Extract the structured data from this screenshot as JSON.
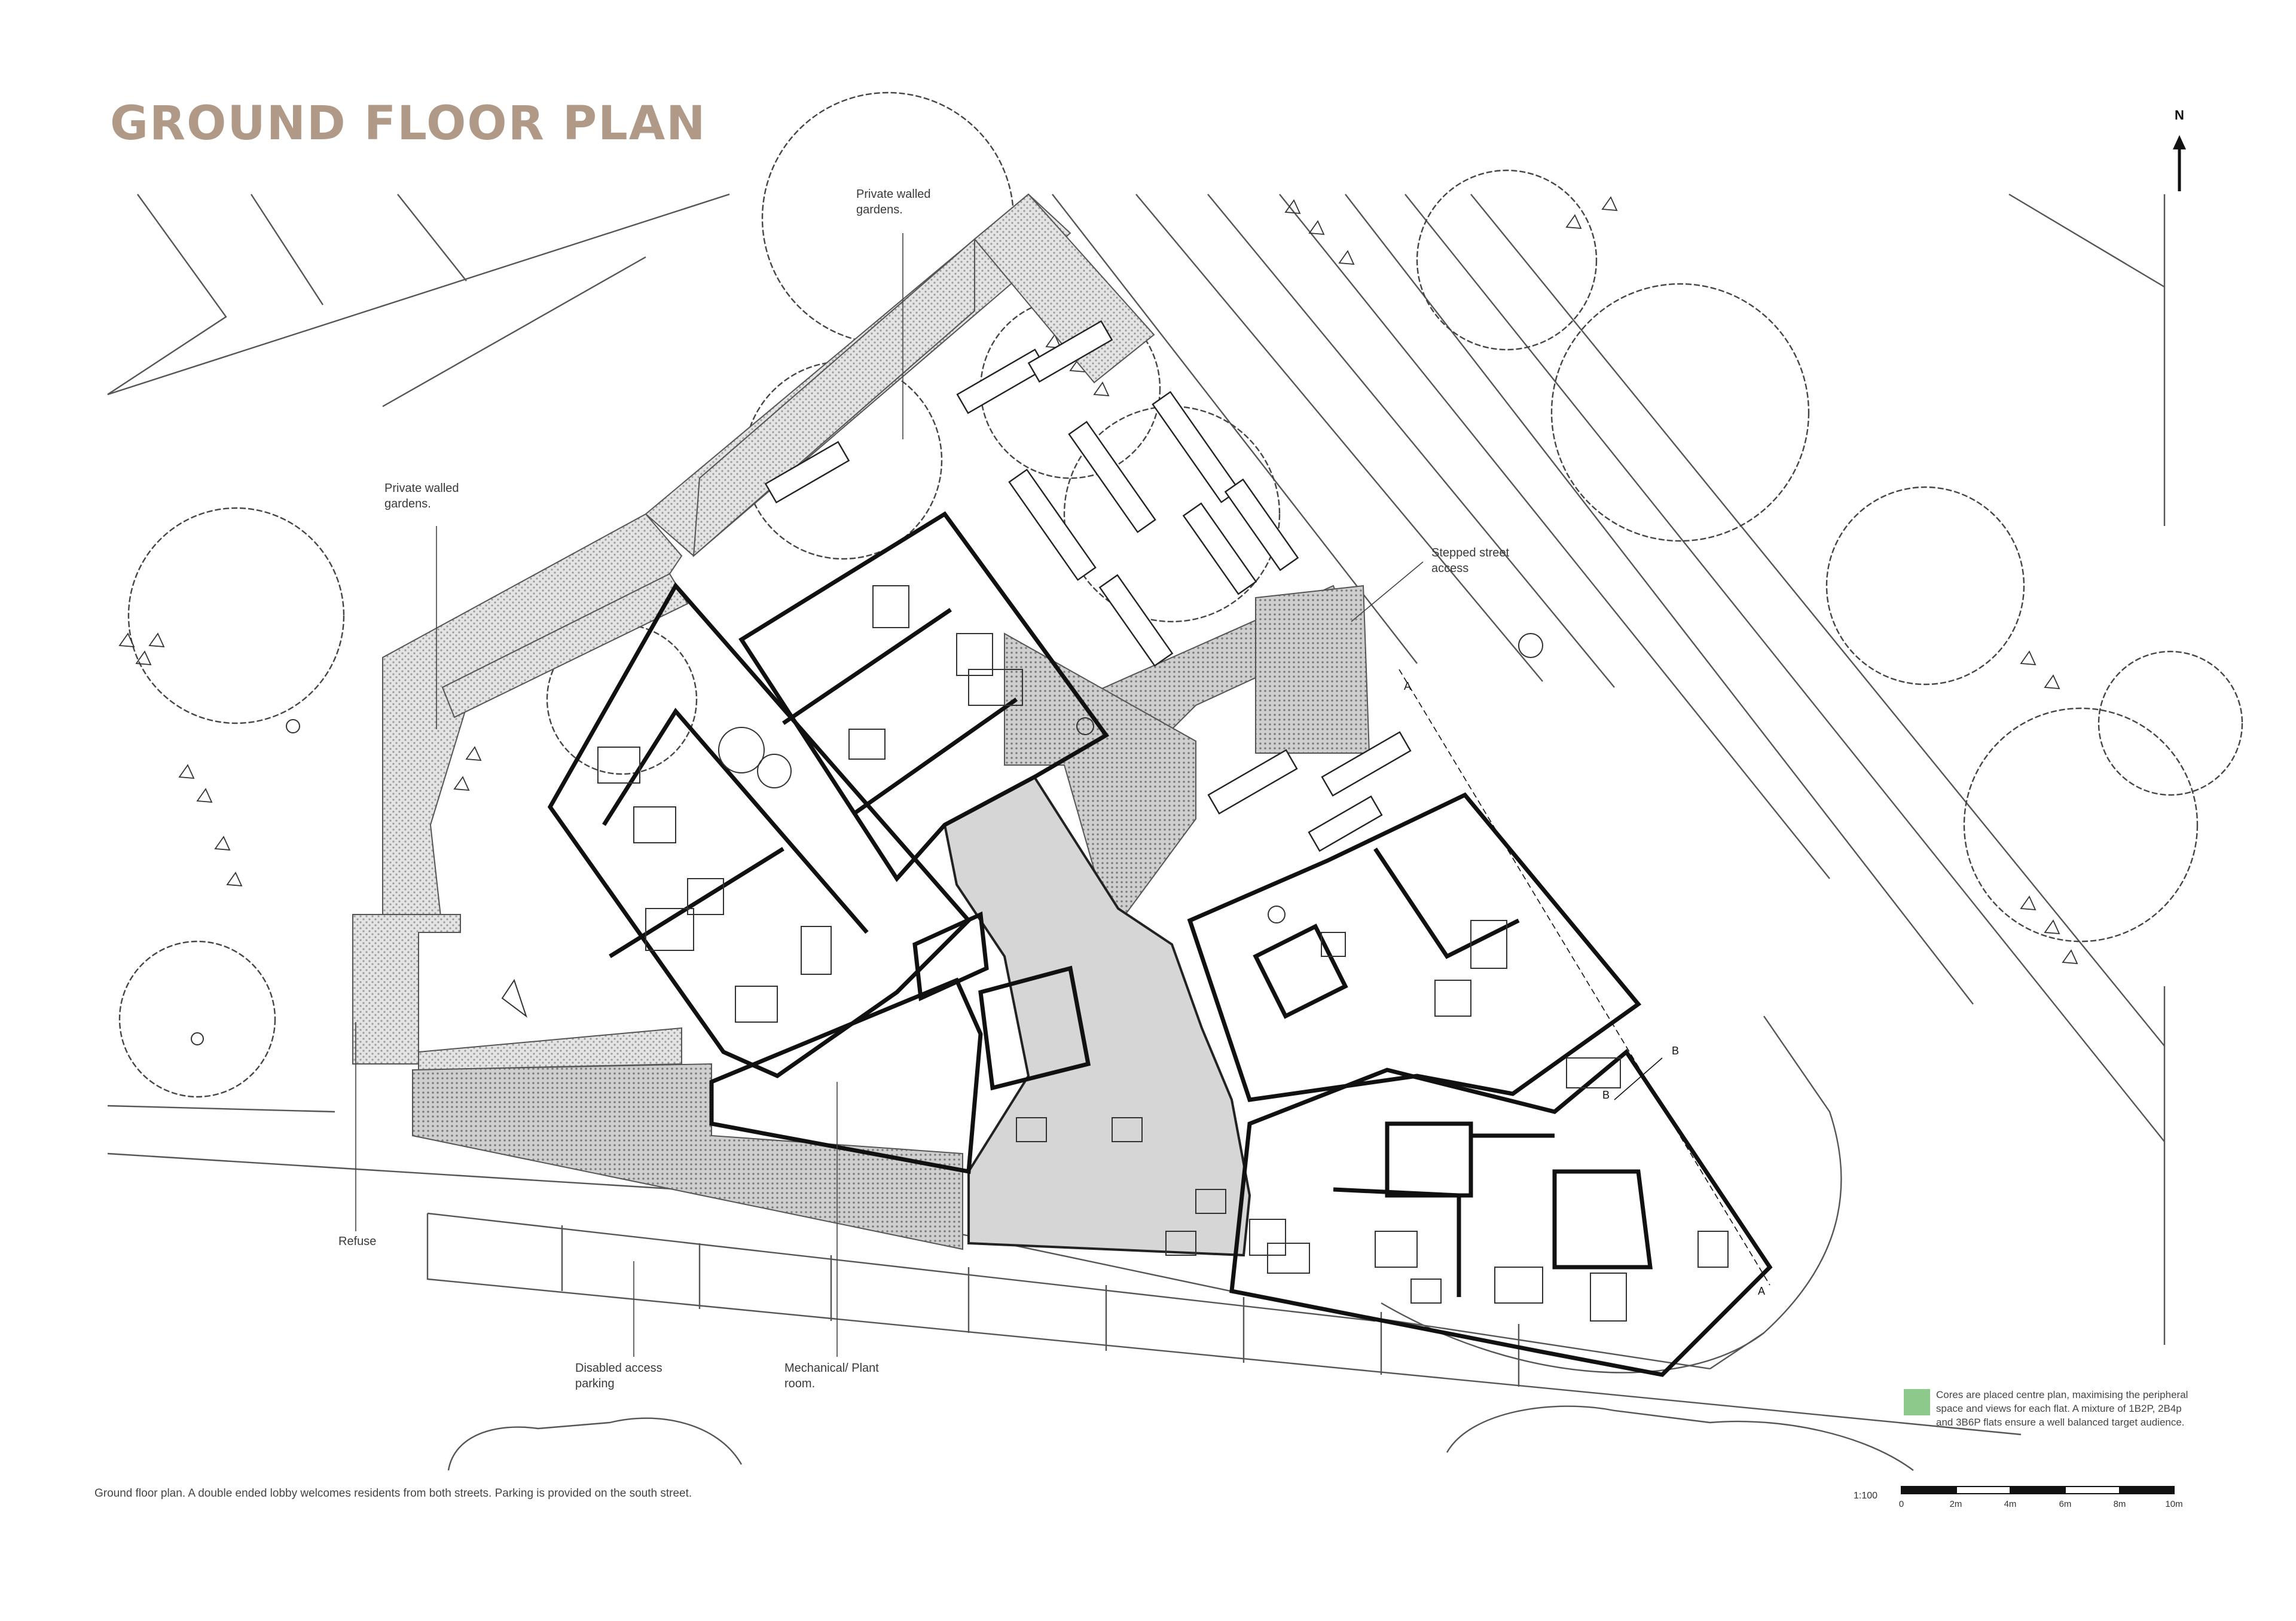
{
  "title": "GROUND FLOOR PLAN",
  "north": "N",
  "labels": {
    "gardens_top": "Private walled\ngardens.",
    "gardens_left": "Private walled\ngardens.",
    "stepped": "Stepped street\naccess",
    "refuse": "Refuse",
    "parking": "Disabled access\nparking",
    "plant": "Mechanical/ Plant\nroom."
  },
  "section_marks": [
    "A",
    "B",
    "B",
    "A"
  ],
  "caption": "Ground floor plan. A double ended lobby welcomes residents from both streets. Parking is provided on the south street.",
  "legend": {
    "color": "#8cc98a",
    "text": "Cores are placed centre plan, maximising the peripheral space and views for each flat. A mixture of 1B2P, 2B4p and 3B6P flats ensure a well balanced target audience."
  },
  "scale_bar": {
    "ratio": "1:100",
    "ticks": [
      "0",
      "2m",
      "4m",
      "6m",
      "8m",
      "10m"
    ]
  },
  "colors": {
    "title": "#b09a87",
    "lobby": "#d6d6d6",
    "paving": "#bdbdbd"
  }
}
